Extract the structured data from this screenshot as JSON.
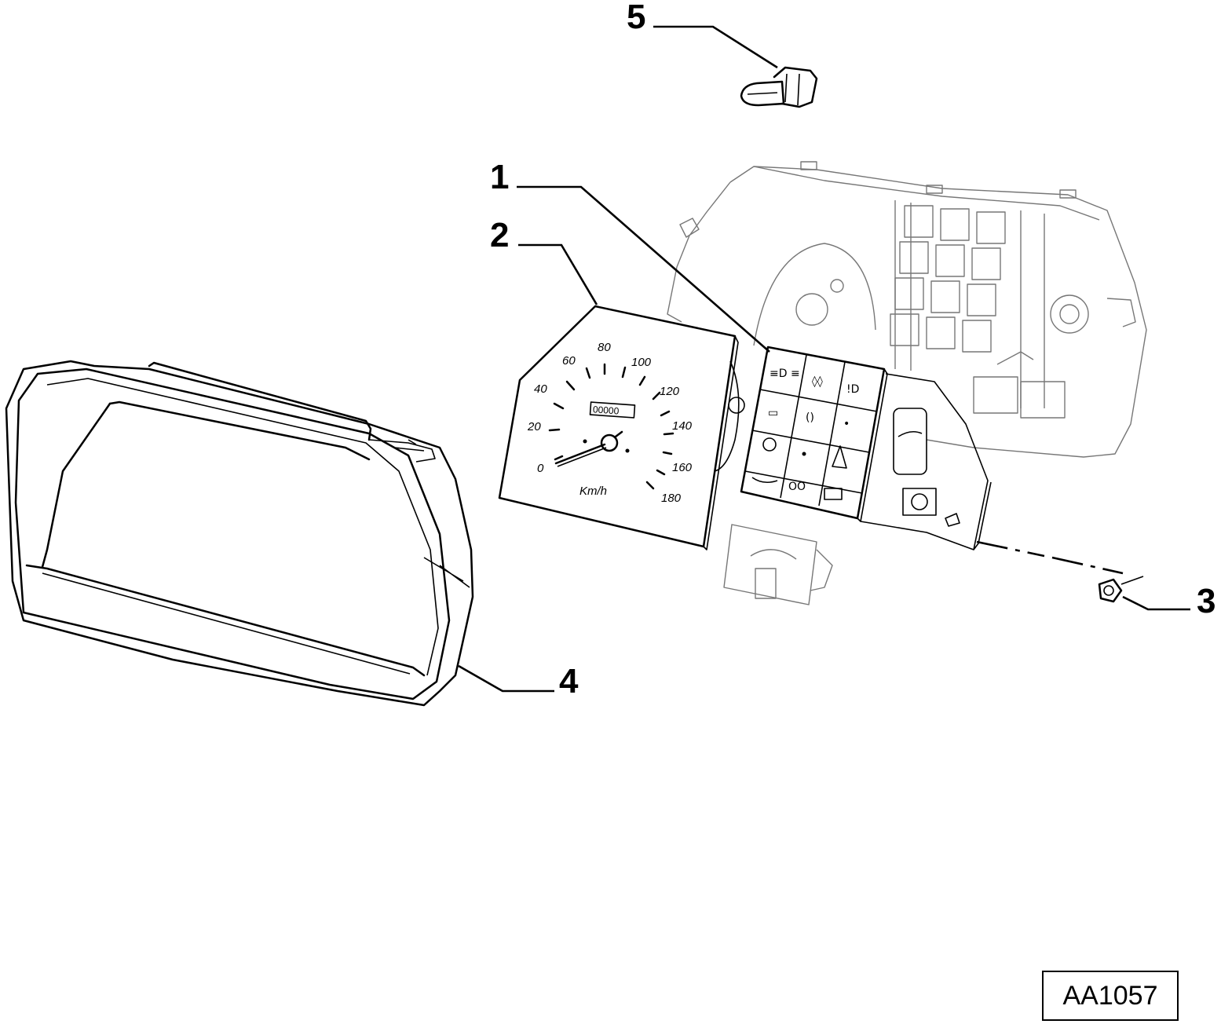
{
  "drawing_code": "AA1057",
  "callouts": [
    {
      "id": "1",
      "label": "1"
    },
    {
      "id": "2",
      "label": "2"
    },
    {
      "id": "3",
      "label": "3"
    },
    {
      "id": "4",
      "label": "4"
    },
    {
      "id": "5",
      "label": "5"
    }
  ],
  "speedometer": {
    "unit": "Km/h",
    "scale": [
      "0",
      "20",
      "40",
      "60",
      "80",
      "100",
      "120",
      "140",
      "160",
      "180"
    ],
    "odometer": "00000"
  }
}
